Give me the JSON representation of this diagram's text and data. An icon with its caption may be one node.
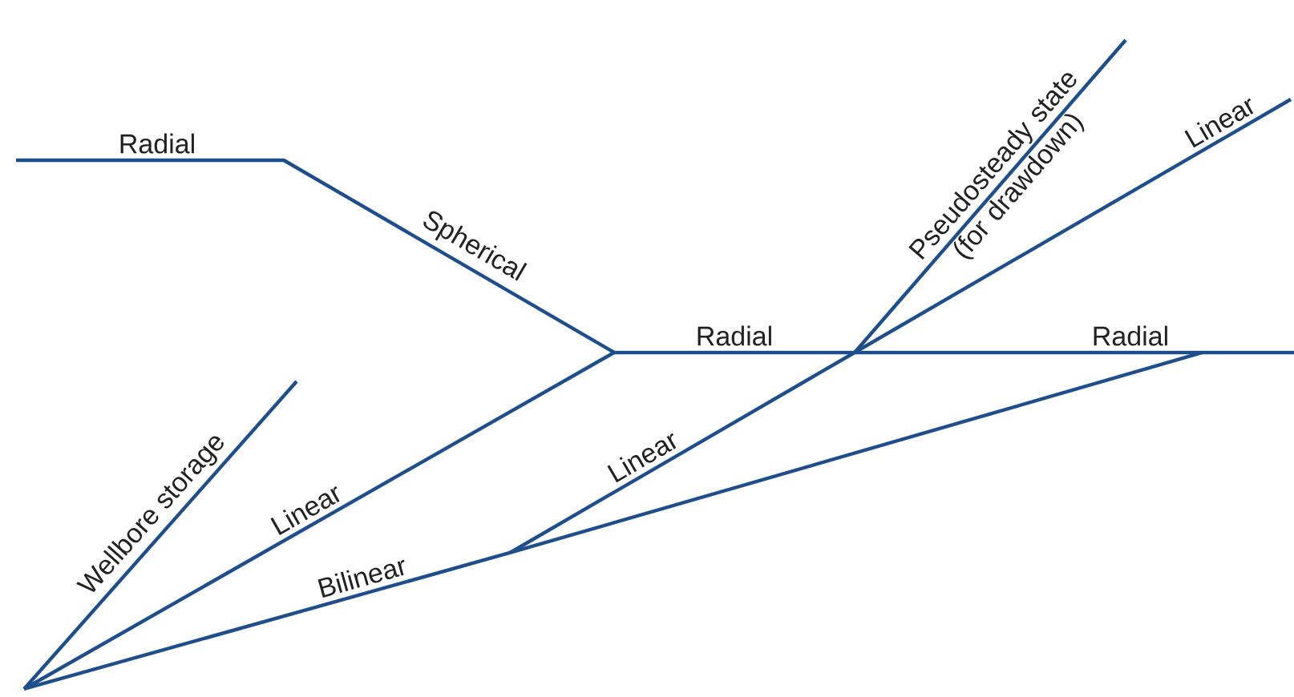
{
  "diagram": {
    "labels": [
      "Radial",
      "Spherical",
      "Pseudosteady state (for drawdown)",
      "Linear",
      "Radial",
      "Radial",
      "Wellbore storage",
      "Linear",
      "Linear",
      "Bilinear"
    ]
  }
}
